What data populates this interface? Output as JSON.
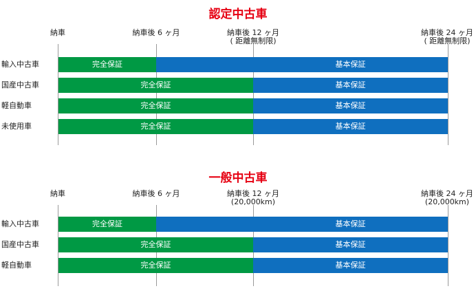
{
  "colors": {
    "title": "#e60012",
    "full": "#009944",
    "basic": "#0f6fbf",
    "axis": "#999999"
  },
  "sections": [
    {
      "title": "認定中古車",
      "milestones": [
        {
          "line1": "納車",
          "line2": ""
        },
        {
          "line1": "納車後 6 ヶ月",
          "line2": ""
        },
        {
          "line1": "納車後 12 ヶ月",
          "line2": "( 距離無制限)"
        },
        {
          "line1": "納車後 24 ヶ月",
          "line2": "( 距離無制限)"
        }
      ],
      "rows": [
        {
          "label": "輸入中古車",
          "full_until_month": 6,
          "full_label": "完全保証",
          "basic_label": "基本保証"
        },
        {
          "label": "国産中古車",
          "full_until_month": 12,
          "full_label": "完全保証",
          "basic_label": "基本保証"
        },
        {
          "label": "軽自動車",
          "full_until_month": 12,
          "full_label": "完全保証",
          "basic_label": "基本保証"
        },
        {
          "label": "未使用車",
          "full_until_month": 12,
          "full_label": "完全保証",
          "basic_label": "基本保証"
        }
      ]
    },
    {
      "title": "一般中古車",
      "milestones": [
        {
          "line1": "納車",
          "line2": ""
        },
        {
          "line1": "納車後 6 ヶ月",
          "line2": ""
        },
        {
          "line1": "納車後 12 ヶ月",
          "line2": "(20,000km)"
        },
        {
          "line1": "納車後 24 ヶ月",
          "line2": "(20,000km)"
        }
      ],
      "rows": [
        {
          "label": "輸入中古車",
          "full_until_month": 6,
          "full_label": "完全保証",
          "basic_label": "基本保証"
        },
        {
          "label": "国産中古車",
          "full_until_month": 12,
          "full_label": "完全保証",
          "basic_label": "基本保証"
        },
        {
          "label": "軽自動車",
          "full_until_month": 12,
          "full_label": "完全保証",
          "basic_label": "基本保証"
        }
      ]
    }
  ]
}
